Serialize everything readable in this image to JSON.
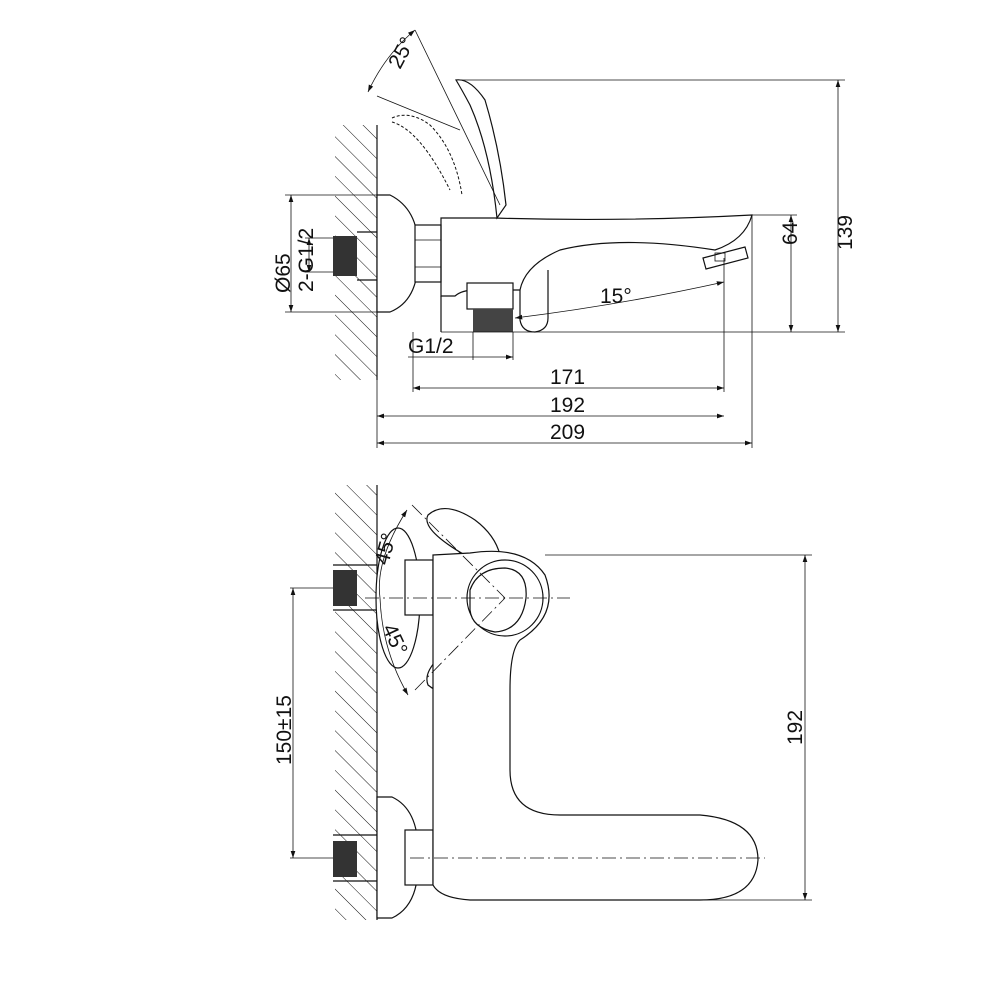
{
  "drawing": {
    "side_view": {
      "handle_angle": "25°",
      "spout_angle": "15°",
      "escutcheon_diameter": "Ø65",
      "inlet_thread": "2-G1/2",
      "outlet_thread": "G1/2",
      "height_total": "139",
      "height_spout": "64",
      "length_171": "171",
      "length_192": "192",
      "length_209": "209"
    },
    "top_view": {
      "handle_angle_upper": "45°",
      "handle_angle_lower": "45°",
      "inlet_spacing": "150±15",
      "width_total": "192"
    }
  }
}
